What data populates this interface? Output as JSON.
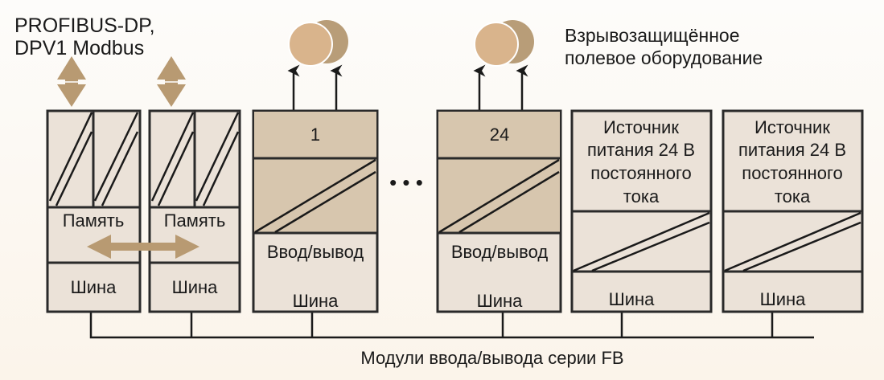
{
  "labels": {
    "protocol_line1": "PROFIBUS-DP,",
    "protocol_line2": "DPV1 Modbus",
    "field_line1": "Взрывозащищённое",
    "field_line2": "полевое оборудование",
    "bottom_caption": "Модули ввода/вывода серии FB",
    "ellipsis": "• • •"
  },
  "cpu_modules": [
    {
      "memory": "Память",
      "bus": "Шина"
    },
    {
      "memory": "Память",
      "bus": "Шина"
    }
  ],
  "io_modules": [
    {
      "number": "1",
      "io": "Ввод/вывод",
      "bus": "Шина"
    },
    {
      "number": "24",
      "io": "Ввод/вывод",
      "bus": "Шина"
    }
  ],
  "power_modules": [
    {
      "line1": "Источник",
      "line2": "питания 24 В",
      "line3": "постоянного",
      "line4": "тока",
      "bus": "Шина"
    },
    {
      "line1": "Источник",
      "line2": "питания 24 В",
      "line3": "постоянного",
      "line4": "тока",
      "bus": "Шина"
    }
  ],
  "colors": {
    "light": "#ebe2d8",
    "dark": "#d7c6ae",
    "accent": "#b89a72",
    "circle_front": "#d9b48c",
    "circle_back": "#b89d78"
  }
}
